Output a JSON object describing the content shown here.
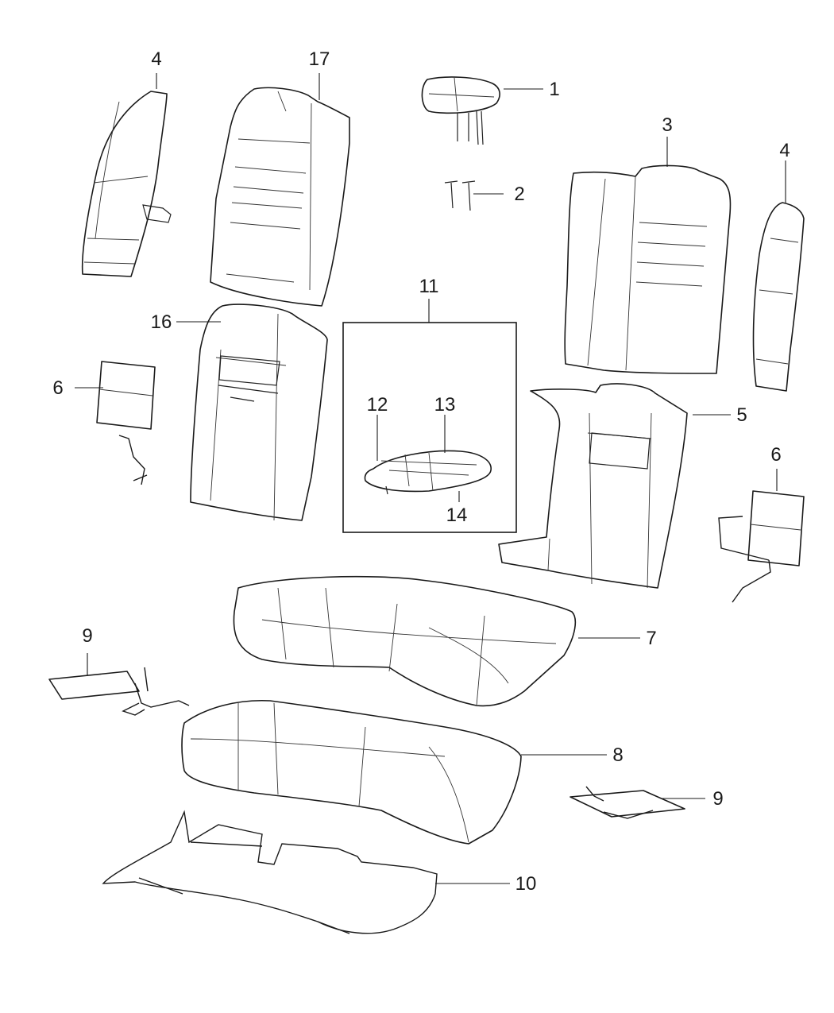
{
  "callouts": {
    "c1": "1",
    "c2": "2",
    "c3": "3",
    "c4a": "4",
    "c4b": "4",
    "c5": "5",
    "c6a": "6",
    "c6b": "6",
    "c7": "7",
    "c8": "8",
    "c9a": "9",
    "c9b": "9",
    "c10": "10",
    "c11": "11",
    "c12": "12",
    "c13": "13",
    "c14": "14",
    "c16": "16",
    "c17": "17"
  }
}
